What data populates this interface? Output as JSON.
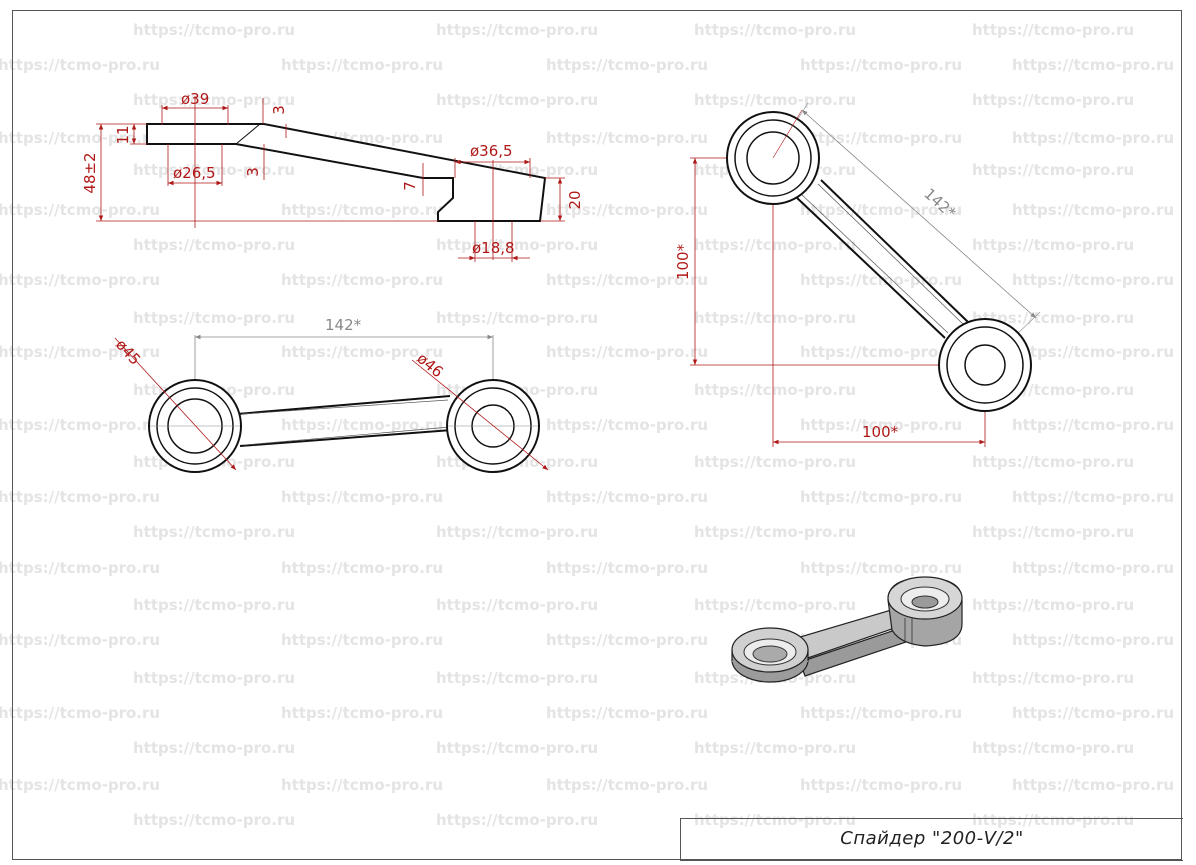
{
  "title": "Спайдер \"200-V/2\"",
  "watermark": "https://tcmo-pro.ru",
  "colors": {
    "dimension": "#b01818",
    "outline": "#111111",
    "reference": "#888888",
    "watermark": "#e4e4e4"
  },
  "side_view": {
    "d_top_outer": "ø39",
    "d_top_inner": "ø26,5",
    "thick_top": "3",
    "thick_inner": "3",
    "height_left": "11",
    "total_height": "48±2",
    "d_bottom_outer": "ø36,5",
    "d_bottom_inner": "ø18,8",
    "step": "7",
    "height_right": "20"
  },
  "top_view": {
    "span": "142*",
    "d_left": "ø45",
    "d_right": "ø46"
  },
  "angled_view": {
    "span": "142*",
    "vertical": "100*",
    "horizontal": "100*"
  }
}
